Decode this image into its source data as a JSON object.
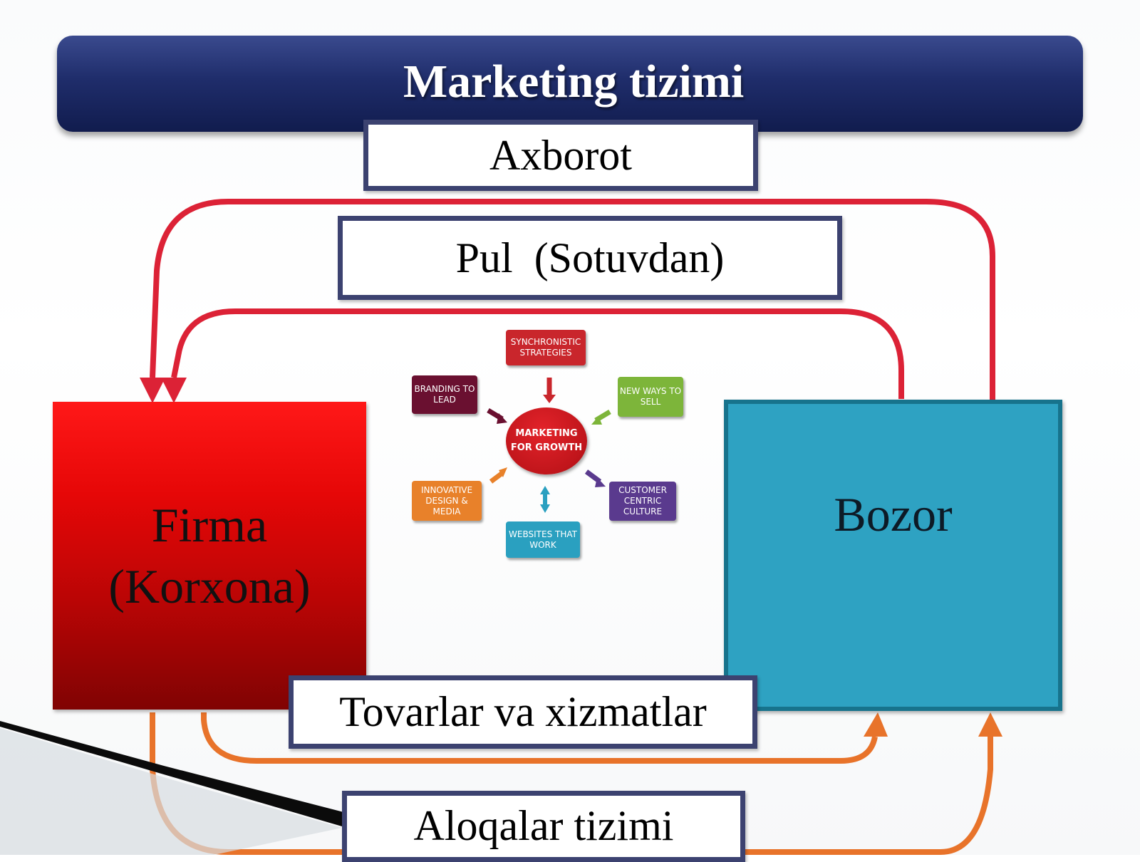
{
  "slide": {
    "title": "Marketing tizimi",
    "labels": {
      "info": "Axborot",
      "money": "Pul  (Sotuvdan)",
      "goods": "Tovarlar va xizmatlar",
      "communications": "Aloqalar tizimi"
    },
    "firm": {
      "line1": "Firma",
      "line2": "(Korxona)"
    },
    "market": "Bozor"
  },
  "mind_map": {
    "center": "MARKETING FOR GROWTH",
    "nodes": {
      "top": "SYNCHRONISTIC STRATEGIES",
      "top_left": "BRANDING TO LEAD",
      "top_right": "NEW WAYS TO SELL",
      "bottom_left": "INNOVATIVE DESIGN & MEDIA",
      "bottom_right": "CUSTOMER CENTRIC CULTURE",
      "bottom": "WEBSITES THAT WORK"
    }
  },
  "colors": {
    "title_bar": "#1f2d6b",
    "box_border": "#3c4270",
    "firm_fill": "#d80606",
    "market_fill": "#2ea2c2",
    "flow_to_firm": "#dc2236",
    "flow_to_market": "#e8732a"
  }
}
